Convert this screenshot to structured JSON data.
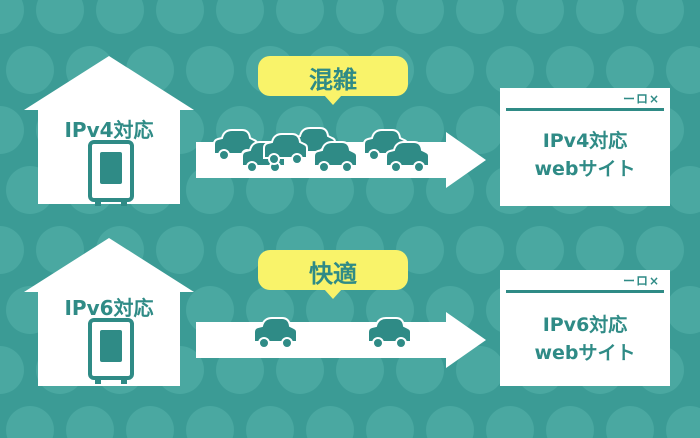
{
  "colors": {
    "background": "#3b9b95",
    "dots": "#4aa8a1",
    "teal": "#2f8b86",
    "white": "#ffffff",
    "bubble": "#f9f36a"
  },
  "rows": [
    {
      "house_label": "IPv4対応",
      "bubble_label": "混雑",
      "traffic_state": "congested",
      "car_count": 7,
      "window_line1": "IPv4対応",
      "window_line2": "webサイト"
    },
    {
      "house_label": "IPv6対応",
      "bubble_label": "快適",
      "traffic_state": "smooth",
      "car_count": 2,
      "window_line1": "IPv6対応",
      "window_line2": "webサイト"
    }
  ],
  "window_controls": "ーロ×",
  "icons": [
    "house-icon",
    "router-icon",
    "car-icon",
    "arrow-icon",
    "browser-window-icon",
    "speech-bubble-icon"
  ]
}
